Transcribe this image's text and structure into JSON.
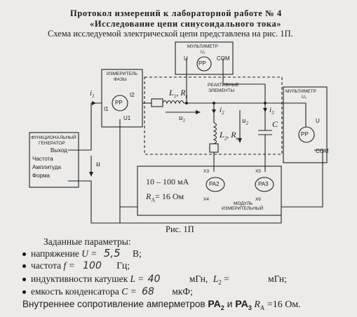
{
  "header": {
    "title_line1": "Протокол измерений к лабораторной работе № 4",
    "title_line2": "«Исследование цепи синусоидального тока»",
    "subtitle": "Схема исследуемой электрической цепи представлена на рис. 1П."
  },
  "figure": {
    "caption": "Рис. 1П",
    "multimeter1": {
      "title": "МУЛЬТИМЕТР",
      "sub": "U₁",
      "u": "U",
      "com": "COM",
      "pp": "PP"
    },
    "multimeter2": {
      "title": "МУЛЬТИМЕТР",
      "sub": "U₂",
      "u": "U",
      "com": "COM",
      "pp": "PP"
    },
    "phase_meter": {
      "title1": "ИЗМЕРИТЕЛЬ",
      "title2": "ФАЗЫ",
      "i1": "I1",
      "i2": "I2",
      "u1": "U1",
      "pp": "PP"
    },
    "reactive": {
      "line1": "РЕАКТИВНЫЕ",
      "line2": "ЭЛЕМЕНТЫ"
    },
    "generator": {
      "title1": "ФУНКЦИОНАЛЬНЫЙ",
      "title2": "ГЕНЕРАТОР",
      "out": "Выход",
      "freq": "Частота",
      "amp": "Амплитуда",
      "form": "Форма"
    },
    "module": {
      "range": "10 – 100 мА",
      "ra": "R",
      "ra_sub": "A",
      "ra_value": "= 16 Ом",
      "pa2": "PA2",
      "pa3": "PA3",
      "x3": "X3",
      "x4": "X4",
      "x5": "X5",
      "x6": "X6",
      "label1": "МОДУЛЬ",
      "label2": "ИЗМЕРИТЕЛЬНЫЙ"
    },
    "labels": {
      "i1": "i",
      "i1_sub": "1",
      "l1": "L",
      "l1_sub": "1",
      "r1": ", R",
      "r1_sub": "к",
      "u1": "u",
      "u1_sub": "1",
      "i2": "i",
      "i2_sub": "2",
      "i3": "i",
      "i3_sub": "3",
      "u2": "u",
      "u2_sub": "2",
      "l2": "L",
      "l2_sub": "2",
      "r2": ", R",
      "r2_sub": "к",
      "c": "C",
      "u": "u"
    }
  },
  "params": {
    "heading": "Заданные параметры:",
    "voltage_label": "напряжение ",
    "voltage_sym": "U =",
    "voltage_value": "5,5",
    "voltage_unit": "В;",
    "freq_label": "частота ",
    "freq_sym": "f =",
    "freq_value": "100",
    "freq_unit": "Гц;",
    "ind_label": "индуктивности катушек ",
    "ind_sym": "L =",
    "ind_value": "40",
    "ind_unit1": "мГн,",
    "ind_sym2": "L",
    "ind_sym2_sub": "2",
    "ind_eq2": " =",
    "ind_unit2": "мГн;",
    "cap_label": "емкость конденсатора ",
    "cap_sym": "C =",
    "cap_value": "68",
    "cap_unit": "мкФ;",
    "res_label": "Внутреннее сопротивление амперметров ",
    "res_pa2": "PA",
    "res_pa2_sub": "2",
    "res_and": " и ",
    "res_pa3": "PA",
    "res_pa3_sub": "3",
    "res_sym": " R",
    "res_sym_sub": "A",
    "res_value": " =16 Ом."
  }
}
